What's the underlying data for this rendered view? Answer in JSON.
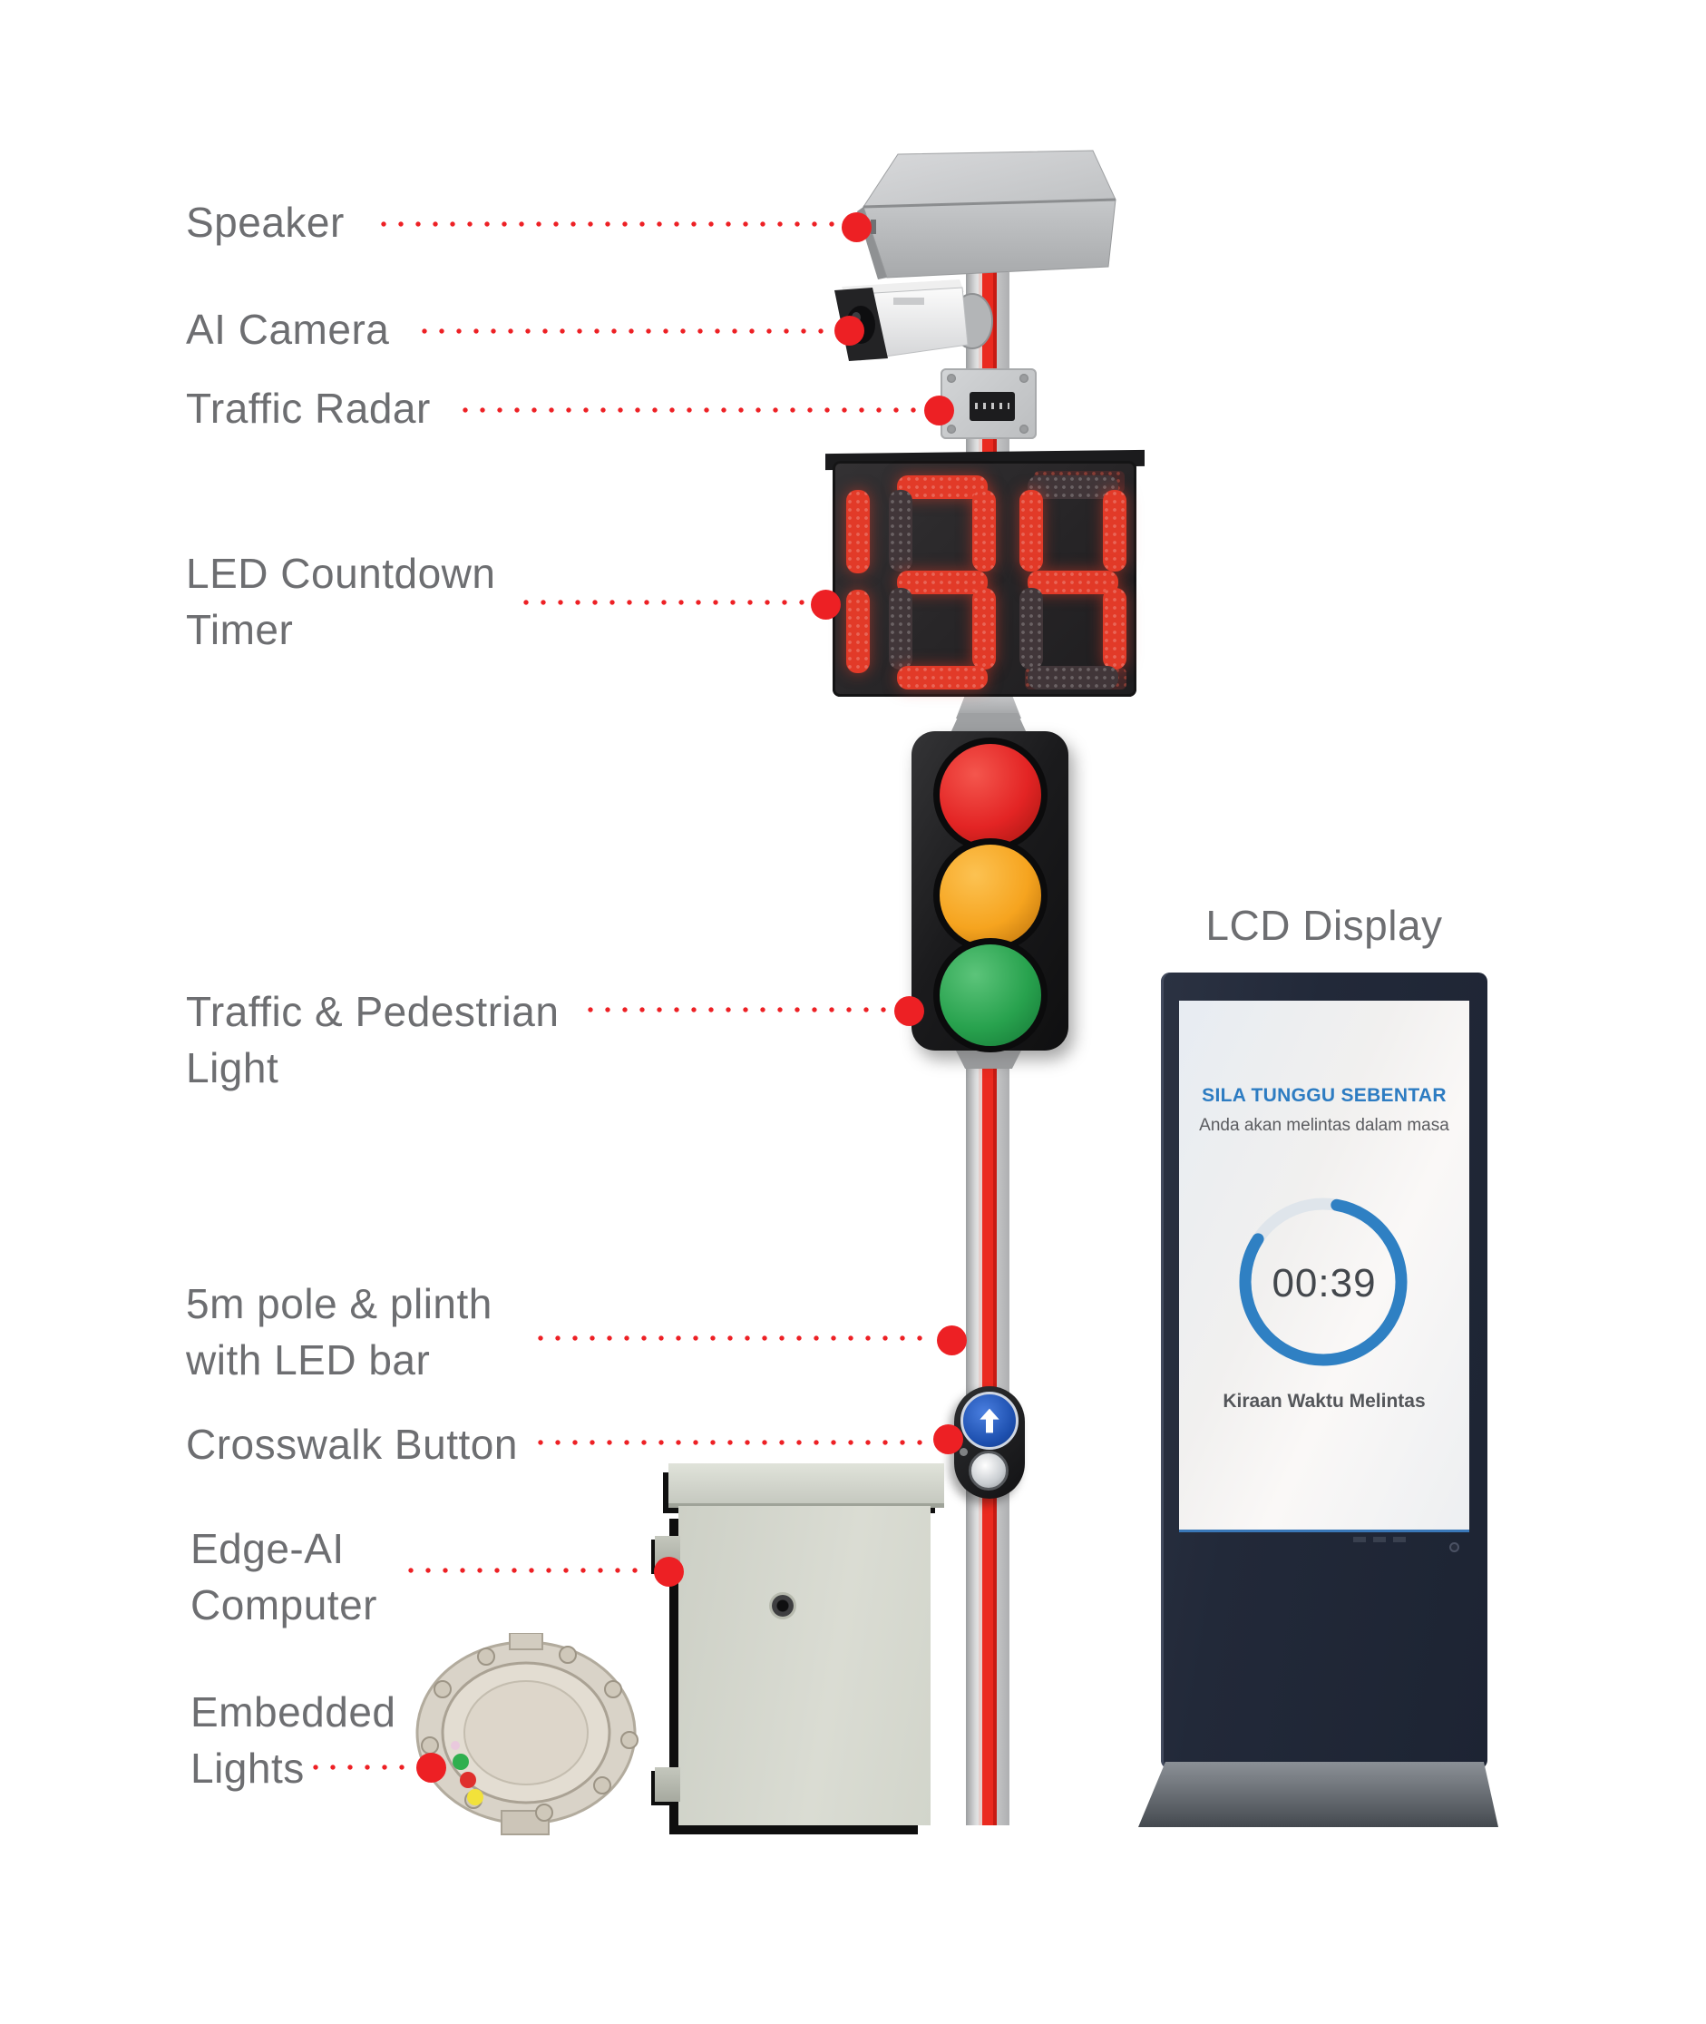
{
  "diagram": {
    "labels": {
      "speaker": "Speaker",
      "ai_camera": "AI Camera",
      "traffic_radar": "Traffic Radar",
      "led_countdown_1": "LED Countdown",
      "led_countdown_2": "Timer",
      "traffic_light_1": "Traffic & Pedestrian",
      "traffic_light_2": "Light",
      "pole_1": "5m pole & plinth",
      "pole_2": "with LED bar",
      "crosswalk": "Crosswalk Button",
      "edge_ai_1": "Edge-AI",
      "edge_ai_2": "Computer",
      "embedded_1": "Embedded",
      "embedded_2": "Lights",
      "lcd_display": "LCD Display"
    },
    "countdown": {
      "value": "134"
    },
    "lcd_screen": {
      "header": "SILA TUNGGU SEBENTAR",
      "subtext": "Anda akan melintas dalam masa",
      "timer": "00:39",
      "caption": "Kiraan Waktu Melintas"
    },
    "icons": {
      "crosswalk_arrow": "up-arrow-icon",
      "leader_dot": "red-dot-marker"
    },
    "colors": {
      "accent_red": "#ed2024",
      "label_gray": "#6d6e71",
      "lcd_blue": "#2e80c4",
      "signal_red": "#e32424",
      "signal_amber": "#f6a41f",
      "signal_green": "#28a24e"
    }
  }
}
